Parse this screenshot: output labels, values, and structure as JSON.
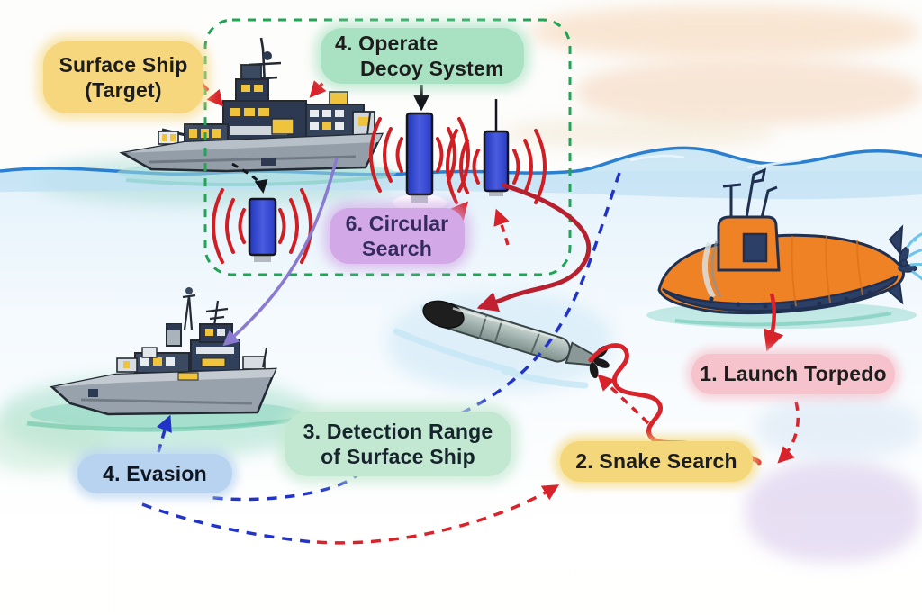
{
  "labels": {
    "surface_ship": {
      "line1": "Surface Ship",
      "line2": "(Target)"
    },
    "operate_decoy": {
      "line1": "4. Operate",
      "line2": "Decoy System"
    },
    "circular_search": {
      "line1": "6. Circular",
      "line2": "Search"
    },
    "detection_range": {
      "line1": "3. Detection Range",
      "line2": "of Surface Ship"
    },
    "evasion": {
      "text": "4. Evasion"
    },
    "snake_search": {
      "text": "2. Snake Search"
    },
    "launch_torpedo": {
      "text": "1. Launch Torpedo"
    }
  },
  "illustrations": {
    "surface_ship": "warship-target-illustration",
    "evading_ship": "warship-evading-illustration",
    "submarine": "submarine-illustration",
    "torpedo": "torpedo-illustration",
    "decoys": [
      "decoy-in-air",
      "decoy-floating",
      "decoy-lower"
    ]
  },
  "colors": {
    "red_arrow": "#d8232a",
    "dark_red_path": "#b7202e",
    "blue_dashed": "#2233c8",
    "green_dashed_box": "#22a355",
    "purple_arrow": "#8a7ad0",
    "black_arrow": "#15161c",
    "label_yellow": "#f6d77e",
    "label_mint": "#a9e2c2",
    "label_purple": "#d2a9e6",
    "label_detection_mint": "#c3e8d2",
    "label_blue": "#b7d3f0",
    "label_snake_yellow": "#f4d77a",
    "label_pink": "#f6c3cd",
    "submarine_orange": "#f08226",
    "hull_navy": "#2c3f66",
    "decoy_blue": "#2438c8",
    "sonar_red": "#cf1f24",
    "waterline_blue": "#2b7fd0"
  }
}
